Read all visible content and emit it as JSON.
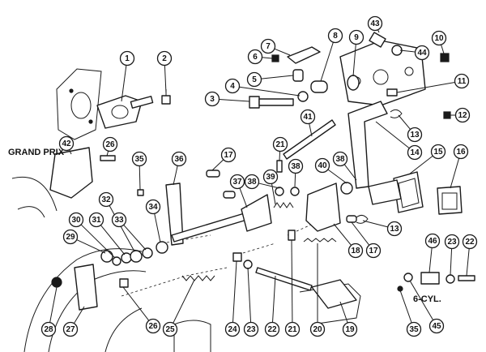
{
  "labels": {
    "grand_prix": "GRAND PRIX",
    "six_cyl": "6-CYL."
  },
  "callouts": [
    {
      "id": "c1",
      "number": "1"
    },
    {
      "id": "c2",
      "number": "2"
    },
    {
      "id": "c3",
      "number": "3"
    },
    {
      "id": "c4",
      "number": "4"
    },
    {
      "id": "c5",
      "number": "5"
    },
    {
      "id": "c6",
      "number": "6"
    },
    {
      "id": "c7",
      "number": "7"
    },
    {
      "id": "c8",
      "number": "8"
    },
    {
      "id": "c9",
      "number": "9"
    },
    {
      "id": "c10",
      "number": "10"
    },
    {
      "id": "c11",
      "number": "11"
    },
    {
      "id": "c12",
      "number": "12"
    },
    {
      "id": "c13a",
      "number": "13"
    },
    {
      "id": "c13b",
      "number": "13"
    },
    {
      "id": "c14",
      "number": "14"
    },
    {
      "id": "c15",
      "number": "15"
    },
    {
      "id": "c16",
      "number": "16"
    },
    {
      "id": "c17a",
      "number": "17"
    },
    {
      "id": "c17b",
      "number": "17"
    },
    {
      "id": "c18",
      "number": "18"
    },
    {
      "id": "c19",
      "number": "19"
    },
    {
      "id": "c20",
      "number": "20"
    },
    {
      "id": "c21a",
      "number": "21"
    },
    {
      "id": "c21b",
      "number": "21"
    },
    {
      "id": "c22a",
      "number": "22"
    },
    {
      "id": "c22b",
      "number": "22"
    },
    {
      "id": "c23a",
      "number": "23"
    },
    {
      "id": "c23b",
      "number": "23"
    },
    {
      "id": "c24",
      "number": "24"
    },
    {
      "id": "c25",
      "number": "25"
    },
    {
      "id": "c26a",
      "number": "26"
    },
    {
      "id": "c26b",
      "number": "26"
    },
    {
      "id": "c27",
      "number": "27"
    },
    {
      "id": "c28",
      "number": "28"
    },
    {
      "id": "c29",
      "number": "29"
    },
    {
      "id": "c30",
      "number": "30"
    },
    {
      "id": "c31",
      "number": "31"
    },
    {
      "id": "c32",
      "number": "32"
    },
    {
      "id": "c33",
      "number": "33"
    },
    {
      "id": "c34",
      "number": "34"
    },
    {
      "id": "c35a",
      "number": "35"
    },
    {
      "id": "c35b",
      "number": "35"
    },
    {
      "id": "c36",
      "number": "36"
    },
    {
      "id": "c37",
      "number": "37"
    },
    {
      "id": "c38a",
      "number": "38"
    },
    {
      "id": "c38b",
      "number": "38"
    },
    {
      "id": "c38c",
      "number": "38"
    },
    {
      "id": "c39",
      "number": "39"
    },
    {
      "id": "c40",
      "number": "40"
    },
    {
      "id": "c41",
      "number": "41"
    },
    {
      "id": "c42",
      "number": "42"
    },
    {
      "id": "c43",
      "number": "43"
    },
    {
      "id": "c44",
      "number": "44"
    },
    {
      "id": "c45",
      "number": "45"
    },
    {
      "id": "c46",
      "number": "46"
    }
  ]
}
